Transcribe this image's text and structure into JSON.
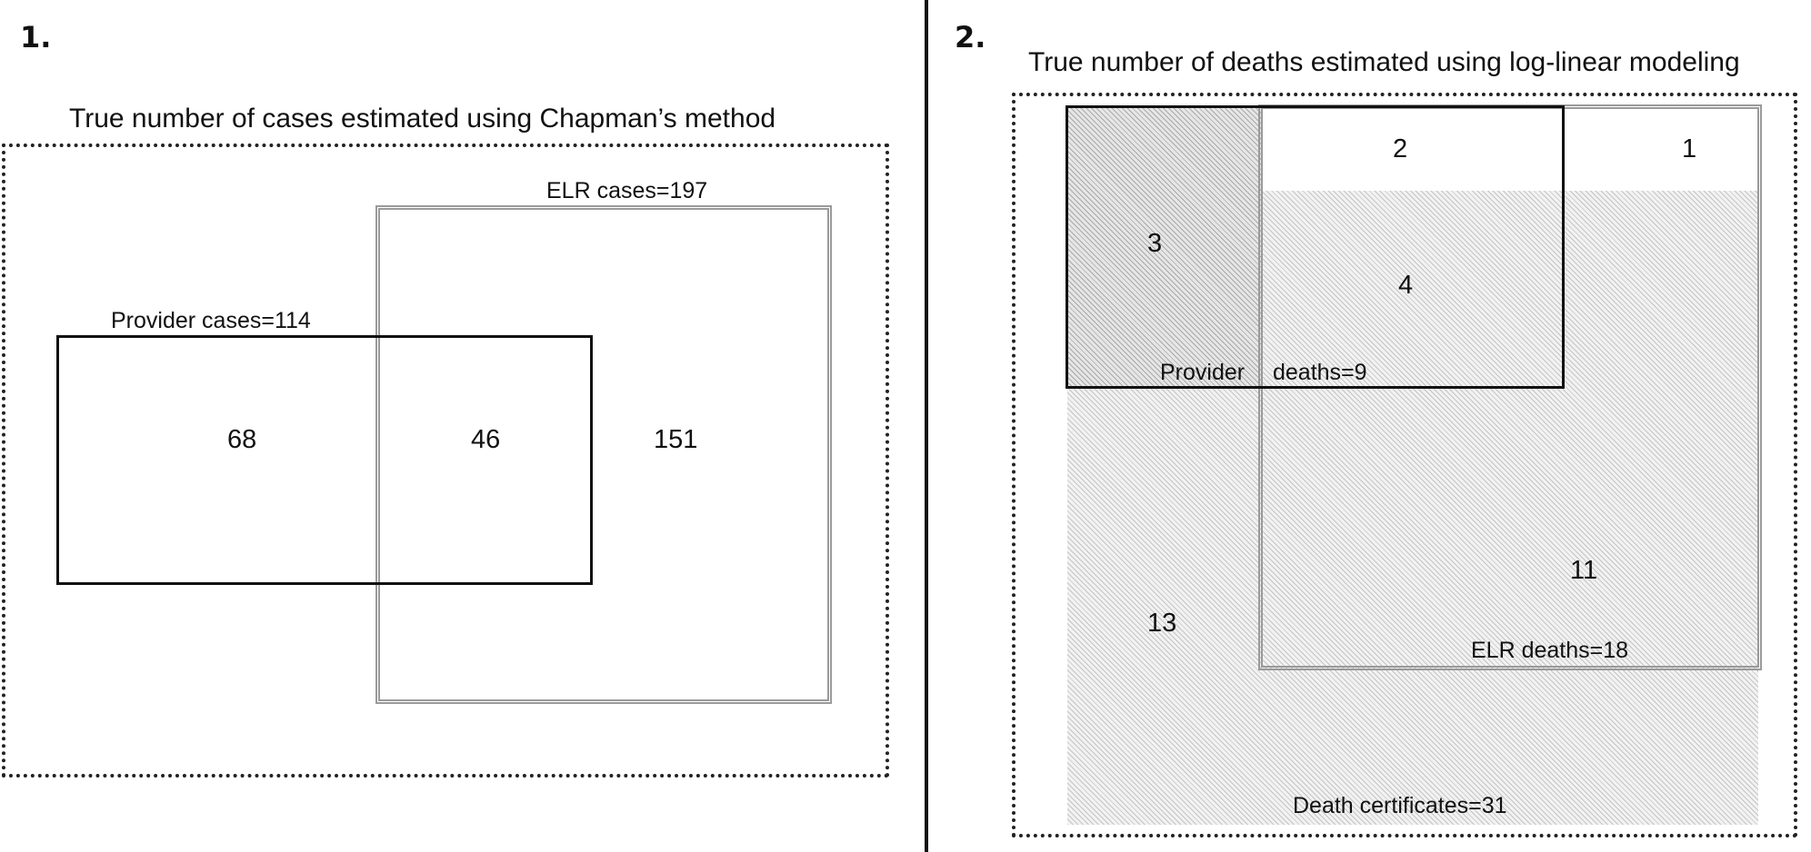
{
  "panel1": {
    "number": "1.",
    "title": "True number of cases estimated using Chapman’s method",
    "elr_label": "ELR cases=197",
    "provider_label": "Provider cases=114",
    "regions": {
      "provider_only": "68",
      "both": "46",
      "elr_only": "151"
    }
  },
  "panel2": {
    "number": "2.",
    "title": "True number of deaths estimated using log-linear modeling",
    "regions": {
      "provider_elr_only": "2",
      "elr_only": "1",
      "provider_dc": "3",
      "all_three": "4",
      "elr_dc": "11",
      "dc_only": "13"
    },
    "provider_label_a": "Provider",
    "provider_label_b": "deaths=9",
    "elr_label": "ELR deaths=18",
    "dc_label": "Death certificates=31"
  }
}
